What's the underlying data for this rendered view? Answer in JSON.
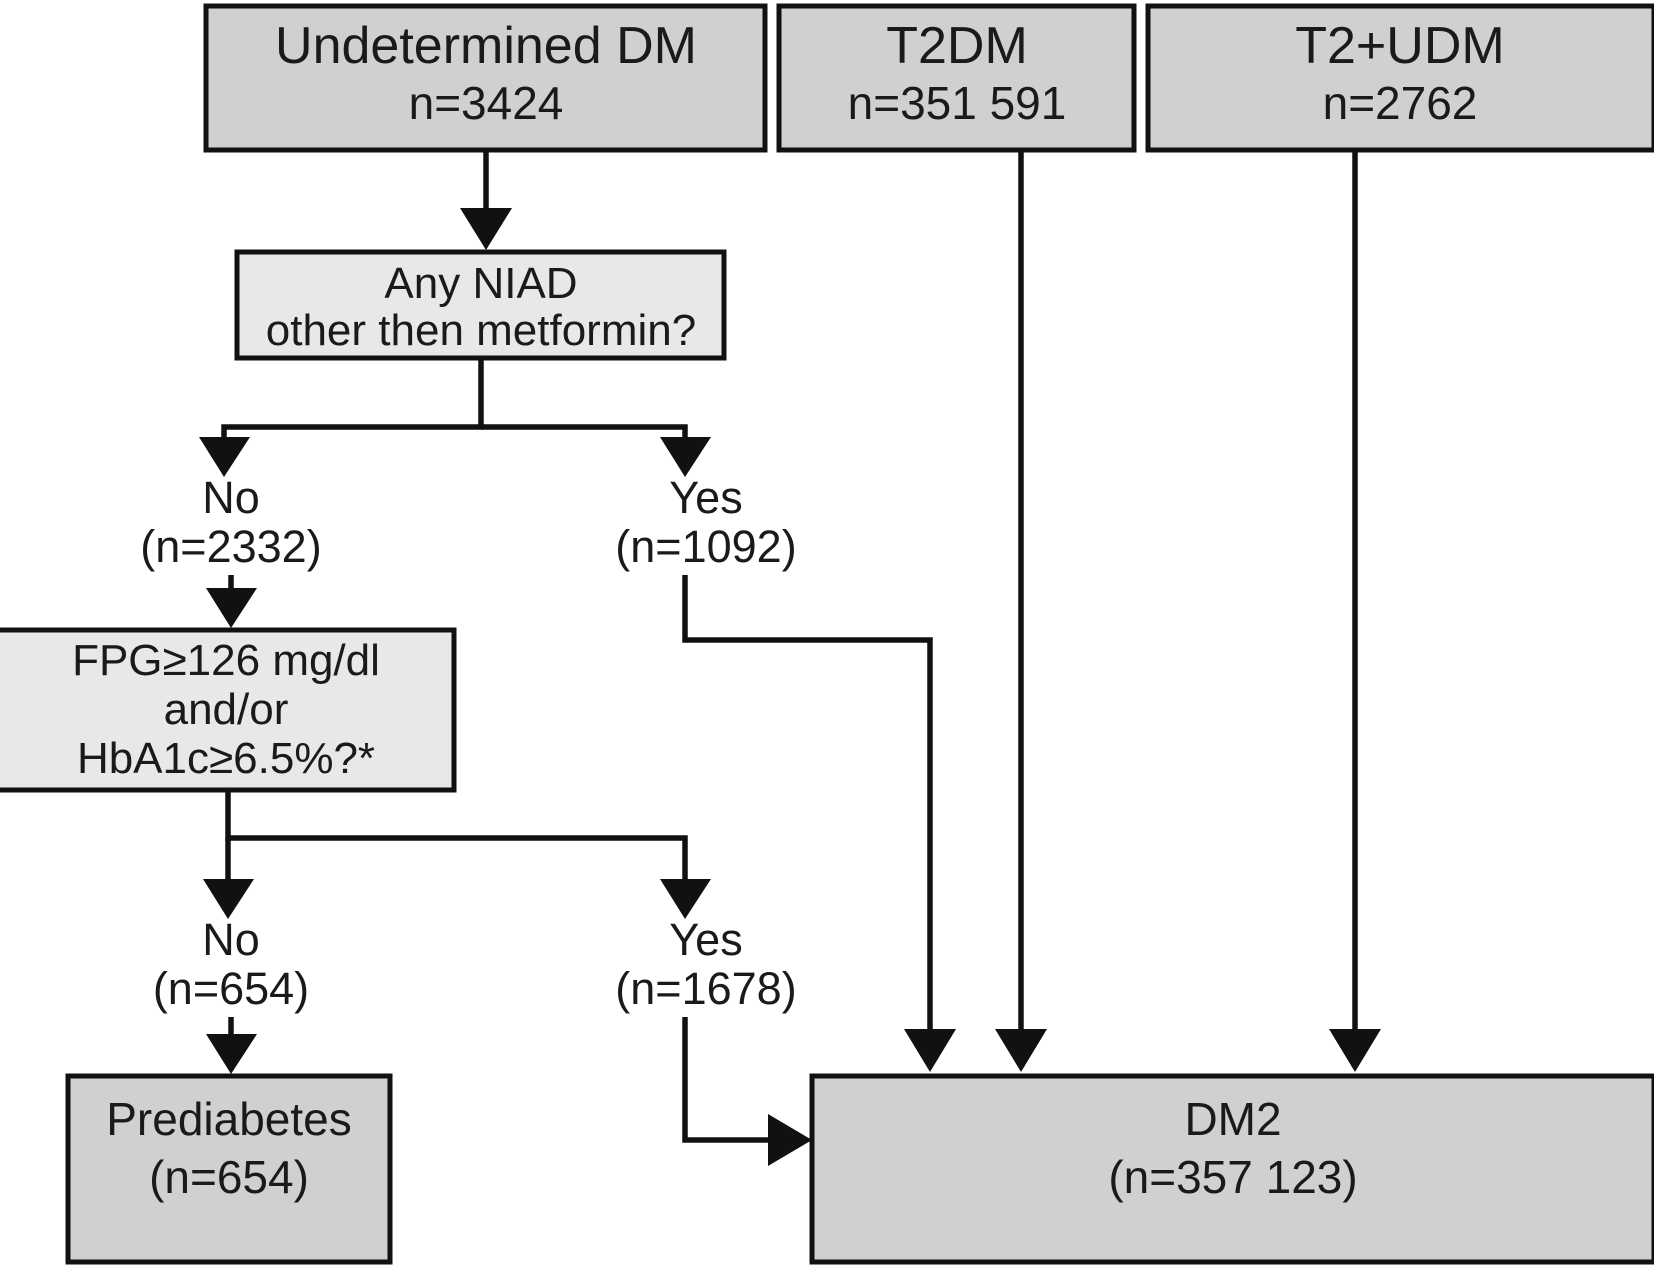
{
  "diagram": {
    "type": "flowchart",
    "title": "Diabetes classification flowchart",
    "colors": {
      "box_fill_dark": "#d0d0d0",
      "box_fill_light": "#e7e8e9",
      "stroke": "#111111",
      "text": "#1a1a1a",
      "background": "#ffffff"
    }
  },
  "nodes": {
    "undetermined_dm": {
      "line1": "Undetermined DM",
      "line2": "n=3424"
    },
    "t2dm": {
      "line1": "T2DM",
      "line2": "n=351 591"
    },
    "t2_udm": {
      "line1": "T2+UDM",
      "line2": "n=2762"
    },
    "niad_question": {
      "line1": "Any NIAD",
      "line2": "other then metformin?"
    },
    "fpg_question": {
      "line1": "FPG≥126 mg/dl",
      "line2": "and/or",
      "line3": "HbA1c≥6.5%?*"
    },
    "prediabetes": {
      "line1": "Prediabetes",
      "line2": "(n=654)"
    },
    "dm2": {
      "line1": "DM2",
      "line2": "(n=357 123)"
    }
  },
  "branches": {
    "niad_no": {
      "label": "No",
      "count": "(n=2332)"
    },
    "niad_yes": {
      "label": "Yes",
      "count": "(n=1092)"
    },
    "fpg_no": {
      "label": "No",
      "count": "(n=654)"
    },
    "fpg_yes": {
      "label": "Yes",
      "count": "(n=1678)"
    }
  }
}
